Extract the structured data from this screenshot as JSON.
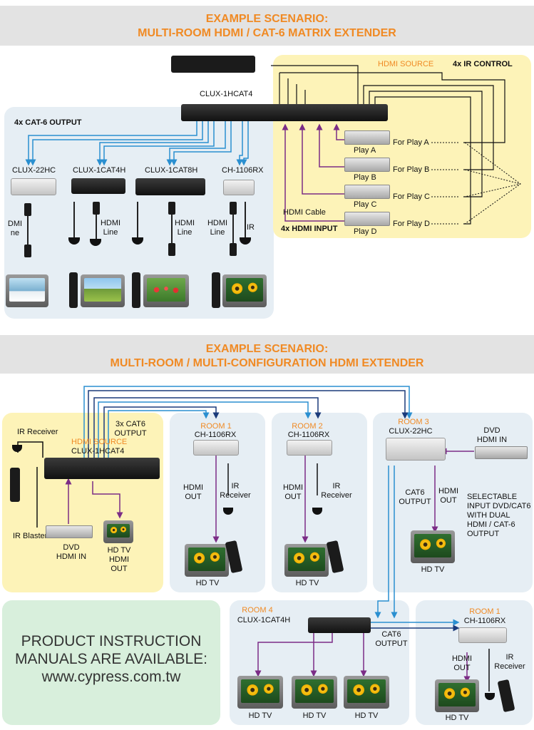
{
  "section1": {
    "title_line1": "EXAMPLE SCENARIO:",
    "title_line2": "MULTI-ROOM HDMI / CAT-6 MATRIX EXTENDER",
    "matrix_label": "CLUX-1HCAT4",
    "cat6_output_label": "4x CAT-6 OUTPUT",
    "hdmi_source_label": "HDMI SOURCE",
    "ir_control_label": "4x IR CONTROL",
    "hdmi_cable_label": "HDMI Cable",
    "hdmi_input_label": "4x HDMI INPUT",
    "receivers": [
      {
        "model": "CLUX-22HC",
        "cable": "DMI ne"
      },
      {
        "model": "CLUX-1CAT4H",
        "cable": "HDMI Line"
      },
      {
        "model": "CLUX-1CAT8H",
        "cable": "HDMI Line"
      },
      {
        "model": "CH-1106RX",
        "cable": "HDMI Line",
        "ir": "IR"
      }
    ],
    "players": [
      {
        "name": "Play A",
        "for": "For Play A"
      },
      {
        "name": "Play B",
        "for": "For Play B"
      },
      {
        "name": "Play C",
        "for": "For Play C"
      },
      {
        "name": "Play D",
        "for": "For Play D"
      }
    ]
  },
  "section2": {
    "title_line1": "EXAMPLE SCENARIO:",
    "title_line2": "MULTI-ROOM / MULTI-CONFIGURATION HDMI EXTENDER",
    "source_panel": {
      "ir_receiver": "IR Receiver",
      "cat6_output": "3x CAT6 OUTPUT",
      "hdmi_source": "HDMI SOURCE",
      "model": "CLUX-1HCAT4",
      "ir_blaster": "IR Blaster",
      "dvd": "DVD HDMI IN",
      "tv": "HD TV HDMI OUT"
    },
    "room1": {
      "room": "ROOM 1",
      "model": "CH-1106RX",
      "hdmi_out": "HDMI OUT",
      "ir": "IR Receiver",
      "tv": "HD TV"
    },
    "room2": {
      "room": "ROOM 2",
      "model": "CH-1106RX",
      "hdmi_out": "HDMI OUT",
      "ir": "IR Receiver",
      "tv": "HD TV"
    },
    "room3": {
      "room": "ROOM 3",
      "model": "CLUX-22HC",
      "dvd": "DVD HDMI IN",
      "cat6_output": "CAT6 OUTPUT",
      "hdmi_out": "HDMI OUT",
      "selectable": "SELECTABLE INPUT DVD/CAT6 WITH DUAL HDMI / CAT-6 OUTPUT",
      "tv": "HD TV"
    },
    "room4": {
      "room": "ROOM 4",
      "model": "CLUX-1CAT4H",
      "cat6_output": "CAT6 OUTPUT",
      "tvs": [
        "HD TV",
        "HD TV",
        "HD TV"
      ]
    },
    "room1b": {
      "room": "ROOM 1",
      "model": "CH-1106RX",
      "hdmi_out": "HDMI OUT",
      "ir": "IR Receiver",
      "tv": "HD TV"
    }
  },
  "manuals": {
    "line1": "PRODUCT INSTRUCTION",
    "line2": "MANUALS ARE AVAILABLE:",
    "url": "www.cypress.com.tw"
  },
  "colors": {
    "accent": "#f08a24",
    "cat6": "#2a8fd0",
    "hdmi": "#7b2c86",
    "ir": "#111111"
  }
}
